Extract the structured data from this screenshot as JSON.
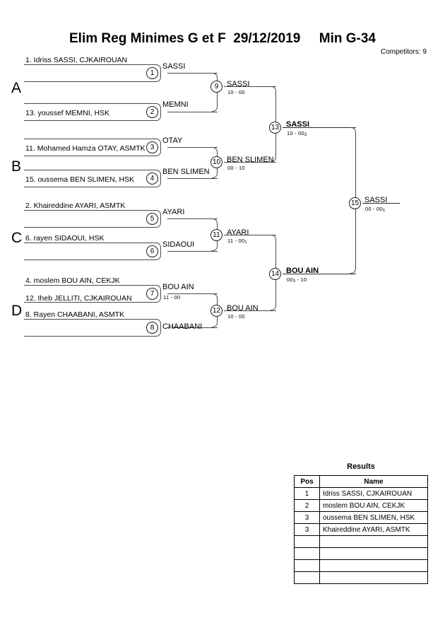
{
  "header": {
    "title": "Elim Reg Minimes G et F  29/12/2019     Min G-34",
    "competitors": "Competitors: 9"
  },
  "groups": [
    {
      "letter": "A"
    },
    {
      "letter": "B"
    },
    {
      "letter": "C"
    },
    {
      "letter": "D"
    }
  ],
  "entries": [
    {
      "label": "1. Idriss SASSI, CJKAIROUAN"
    },
    {
      "label": "13. youssef MEMNI, HSK"
    },
    {
      "label": "11. Mohamed Hamza OTAY, ASMTK"
    },
    {
      "label": "15. oussema BEN SLIMEN, HSK"
    },
    {
      "label": "2. Khaireddine AYARI, ASMTK"
    },
    {
      "label": "6. rayen SIDAOUI, HSK"
    },
    {
      "label": "4. moslem BOU AIN, CEKJK"
    },
    {
      "label": "12. Iheb JELLITI, CJKAIROUAN"
    },
    {
      "label": "8. Rayen CHAABANI, ASMTK"
    }
  ],
  "matches": [
    {
      "num": "1",
      "winner": "SASSI",
      "score": "",
      "score_sub": "",
      "bold": false
    },
    {
      "num": "2",
      "winner": "MEMNI",
      "score": "",
      "score_sub": "",
      "bold": false
    },
    {
      "num": "3",
      "winner": "OTAY",
      "score": "",
      "score_sub": "",
      "bold": false
    },
    {
      "num": "4",
      "winner": "BEN SLIMEN",
      "score": "",
      "score_sub": "",
      "bold": false
    },
    {
      "num": "5",
      "winner": "AYARI",
      "score": "",
      "score_sub": "",
      "bold": false
    },
    {
      "num": "6",
      "winner": "SIDAOUI",
      "score": "",
      "score_sub": "",
      "bold": false
    },
    {
      "num": "7",
      "winner": "BOU AIN",
      "score": "11 - 00",
      "score_sub": "",
      "bold": false
    },
    {
      "num": "8",
      "winner": "CHAABANI",
      "score": "",
      "score_sub": "",
      "bold": false
    },
    {
      "num": "9",
      "winner": "SASSI",
      "score": "10 - 00",
      "score_sub": "",
      "bold": false
    },
    {
      "num": "10",
      "winner": "BEN SLIMEN",
      "score": "00 - 10",
      "score_sub": "",
      "bold": false
    },
    {
      "num": "11",
      "winner": "AYARI",
      "score": "11 - 00",
      "score_sub": "1",
      "bold": false
    },
    {
      "num": "12",
      "winner": "BOU AIN",
      "score": "10 - 00",
      "score_sub": "",
      "bold": false
    },
    {
      "num": "13",
      "winner": "SASSI",
      "score": "10 - 00",
      "score_sub": "3",
      "bold": true
    },
    {
      "num": "14",
      "winner": "BOU AIN",
      "score_pre": "00",
      "score_presub": "3",
      "score": " - 10",
      "score_sub": "",
      "bold": true
    },
    {
      "num": "15",
      "winner": "SASSI",
      "score": "00 - 00",
      "score_sub": "1",
      "bold": false
    }
  ],
  "results": {
    "title": "Results",
    "columns": [
      "Pos",
      "Name"
    ],
    "rows": [
      {
        "pos": "1",
        "name": "Idriss SASSI, CJKAIROUAN"
      },
      {
        "pos": "2",
        "name": "moslem BOU AIN, CEKJK"
      },
      {
        "pos": "3",
        "name": "oussema BEN SLIMEN, HSK"
      },
      {
        "pos": "3",
        "name": "Khaireddine AYARI, ASMTK"
      },
      {
        "pos": "",
        "name": ""
      },
      {
        "pos": "",
        "name": ""
      },
      {
        "pos": "",
        "name": ""
      },
      {
        "pos": "",
        "name": ""
      }
    ]
  }
}
